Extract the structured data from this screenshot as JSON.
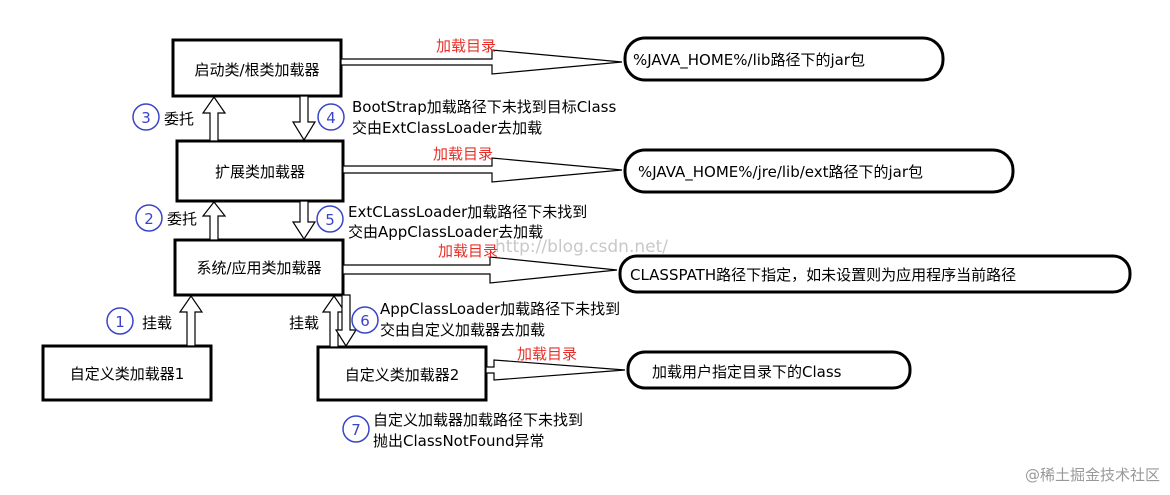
{
  "loaders": {
    "bootstrap": "启动类/根类加载器",
    "extension": "扩展类加载器",
    "application": "系统/应用类加载器",
    "custom1": "自定义类加载器1",
    "custom2": "自定义类加载器2"
  },
  "targets": {
    "bootstrap": "%JAVA_HOME%/lib路径下的jar包",
    "extension": "%JAVA_HOME%/jre/lib/ext路径下的jar包",
    "application": "CLASSPATH路径下指定，如未设置则为应用程序当前路径",
    "custom2": "加载用户指定目录下的Class"
  },
  "load_dir_label": "加载目录",
  "steps": {
    "s1": {
      "num": "1",
      "label": "挂载"
    },
    "s2": {
      "num": "2",
      "label": "委托"
    },
    "s3": {
      "num": "3",
      "label": "委托"
    },
    "s4": {
      "num": "4",
      "line1": "BootStrap加载路径下未找到目标Class",
      "line2": "交由ExtClassLoader去加载"
    },
    "s5": {
      "num": "5",
      "line1": "ExtCLassLoader加载路径下未找到",
      "line2": "交由AppClassLoader去加载"
    },
    "s6": {
      "num": "6",
      "label": "挂载",
      "line1": "AppClassLoader加载路径下未找到",
      "line2": "交由自定义加载器去加载"
    },
    "s7": {
      "num": "7",
      "line1": "自定义加载器加载路径下未找到",
      "line2": "抛出ClassNotFound异常"
    }
  },
  "watermark": "http://blog.csdn.net/",
  "footer": "@稀土掘金技术社区",
  "colors": {
    "accent_red": "#e8302a",
    "circle_blue": "#3a44c8",
    "watermark": "#c8c8c8",
    "footer": "#999999"
  }
}
